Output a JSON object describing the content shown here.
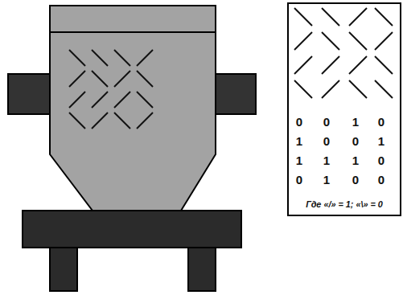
{
  "diagram": {
    "nodes": [
      {
        "text": [
          "0",
          "0",
          "1",
          "0",
          "1",
          "0",
          "0",
          "1",
          "1",
          "1",
          "1",
          "0",
          "0",
          "1",
          "0",
          "0",
          "Где «/» = 1; «\\» = 0"
        ]
      }
    ]
  }
}
